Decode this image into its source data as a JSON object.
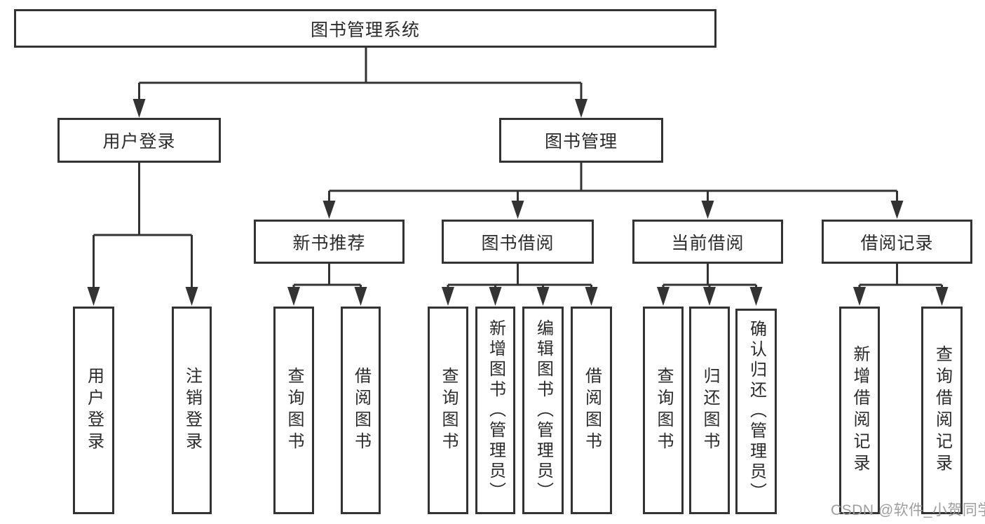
{
  "diagram": {
    "title": "图书管理系统",
    "nodes": {
      "root": "图书管理系统",
      "user_login": "用户登录",
      "book_mgmt": "图书管理",
      "new_book_rec": "新书推荐",
      "book_borrow": "图书借阅",
      "current_borrow": "当前借阅",
      "borrow_record": "借阅记录",
      "leaf_login": "用户登录",
      "leaf_logout": "注销登录",
      "rec_query_book": "查询图书",
      "rec_borrow_book": "借阅图书",
      "bb_query_book": "查询图书",
      "bb_add_book": "新增图书（管理员）",
      "bb_edit_book": "编辑图书（管理员）",
      "bb_borrow_book": "借阅图书",
      "cb_query_book": "查询图书",
      "cb_return_book": "归还图书",
      "cb_confirm_return": "确认归还（管理员）",
      "br_add_record": "新增借阅记录",
      "br_query_record": "查询借阅记录"
    },
    "hierarchy": {
      "label": "图书管理系统",
      "children": [
        {
          "label": "用户登录",
          "children": [
            {
              "label": "用户登录"
            },
            {
              "label": "注销登录"
            }
          ]
        },
        {
          "label": "图书管理",
          "children": [
            {
              "label": "新书推荐",
              "children": [
                {
                  "label": "查询图书"
                },
                {
                  "label": "借阅图书"
                }
              ]
            },
            {
              "label": "图书借阅",
              "children": [
                {
                  "label": "查询图书"
                },
                {
                  "label": "新增图书（管理员）"
                },
                {
                  "label": "编辑图书（管理员）"
                },
                {
                  "label": "借阅图书"
                }
              ]
            },
            {
              "label": "当前借阅",
              "children": [
                {
                  "label": "查询图书"
                },
                {
                  "label": "归还图书"
                },
                {
                  "label": "确认归还（管理员）"
                }
              ]
            },
            {
              "label": "借阅记录",
              "children": [
                {
                  "label": "新增借阅记录"
                },
                {
                  "label": "查询借阅记录"
                }
              ]
            }
          ]
        }
      ]
    },
    "colors": {
      "line": "#333333",
      "text": "#2b2b2b",
      "watermark": "#9e9e9e",
      "background": "#ffffff"
    }
  },
  "watermark": {
    "text": "CSDN @软件_小贺同学"
  }
}
